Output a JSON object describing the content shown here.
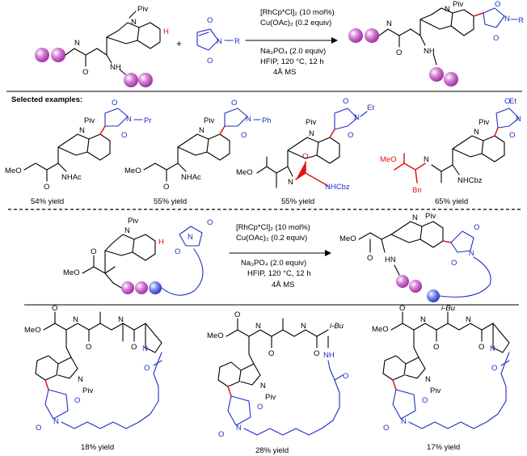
{
  "colors": {
    "blue": "#1f2fc8",
    "red": "#e01515",
    "bead_magenta": "#c44fc6",
    "bead_blue": "#4a5fe0"
  },
  "scheme1": {
    "conditions": [
      "[RhCp*Cl]₂ (10 mol%)",
      "Cu(OAc)₂ (0.2 equiv)",
      "Na₃PO₄ (2.0 equiv)",
      "HFIP, 120 °C, 12 h",
      "4Å MS"
    ],
    "plus": "+",
    "labels": {
      "piv": "Piv",
      "h": "H",
      "nh": "NH",
      "n": "N",
      "r": "R",
      "o": "O"
    }
  },
  "section_title": "Selected examples:",
  "examples": [
    {
      "substituent": "Pr",
      "yield": "54% yield",
      "left": [
        "MeO",
        "NHAc"
      ]
    },
    {
      "substituent": "Ph",
      "yield": "55% yield",
      "left": [
        "MeO",
        "NHAc"
      ]
    },
    {
      "substituent": "Et",
      "yield": "55% yield",
      "left": [
        "MeO",
        "NHCbz"
      ]
    },
    {
      "substituent": "Et",
      "yield": "65% yield",
      "left": [
        "MeO",
        "Bn",
        "NHCbz"
      ]
    }
  ],
  "scheme2": {
    "conditions": [
      "[RhCp*Cl]₂ (10 mol%)",
      "Cu(OAc)₂ (0.2 equiv)",
      "Na₃PO₄ (2.0 equiv)",
      "HFIP, 120 °C, 12 h",
      "4Å MS"
    ]
  },
  "macrocycles": [
    {
      "yield": "18% yield",
      "sidechain": ""
    },
    {
      "yield": "28% yield",
      "sidechain": "i-Bu"
    },
    {
      "yield": "17% yield",
      "sidechain": "i-Bu"
    }
  ],
  "common": {
    "meo": "MeO",
    "piv": "Piv",
    "hn": "HN",
    "nh": "NH",
    "n": "N",
    "o": "O",
    "bn": "Bn",
    "ibu": "i-Bu"
  }
}
